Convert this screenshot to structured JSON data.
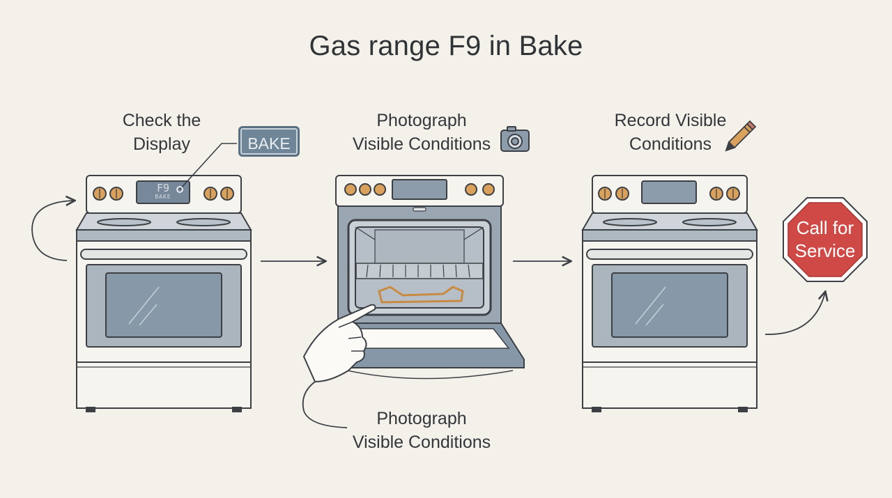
{
  "title": "Gas range F9 in Bake",
  "steps": [
    {
      "label_line1": "Check the",
      "label_line2": "Display"
    },
    {
      "label_line1": "Photograph",
      "label_line2": "Visible Conditions"
    },
    {
      "label_line1": "Record Visible",
      "label_line2": "Conditions"
    }
  ],
  "display_badge": "BAKE",
  "range_display": {
    "code": "F9",
    "mode": "BAKE"
  },
  "bottom_label": {
    "line1": "Photograph",
    "line2": "Visible Conditions"
  },
  "stop_sign": {
    "line1": "Call for",
    "line2": "Service"
  },
  "icons": [
    "camera-icon",
    "pencil-icon",
    "hand-pointing-icon",
    "loop-arrow-icon"
  ],
  "colors": {
    "background": "#f3f1ea",
    "knob": "#d9a15c",
    "panel": "#8d9caa",
    "heating_element": "#c98a42",
    "stop_sign": "#cf4a46"
  }
}
